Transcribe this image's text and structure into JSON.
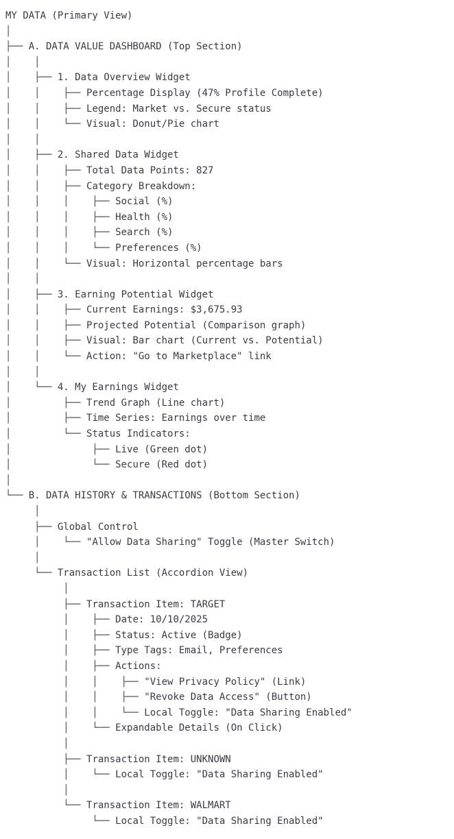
{
  "document": {
    "kind": "ascii-tree-outline",
    "root_label": "MY DATA (Primary View)",
    "text_color": "#3a3a44",
    "background_color": "#ffffff",
    "indent_chars": 5,
    "connector_tee": "├── ",
    "connector_elbow": "└── ",
    "connector_pipe": "│",
    "lines": [
      {
        "gutter": "",
        "label": "MY DATA (Primary View)"
      },
      {
        "gutter": "│",
        "label": ""
      },
      {
        "gutter": "├── ",
        "label": "A. DATA VALUE DASHBOARD (Top Section)"
      },
      {
        "gutter": "│    │",
        "label": ""
      },
      {
        "gutter": "│    ├── ",
        "label": "1. Data Overview Widget"
      },
      {
        "gutter": "│    │    ├── ",
        "label": "Percentage Display (47% Profile Complete)"
      },
      {
        "gutter": "│    │    ├── ",
        "label": "Legend: Market vs. Secure status"
      },
      {
        "gutter": "│    │    └── ",
        "label": "Visual: Donut/Pie chart"
      },
      {
        "gutter": "│    │",
        "label": ""
      },
      {
        "gutter": "│    ├── ",
        "label": "2. Shared Data Widget"
      },
      {
        "gutter": "│    │    ├── ",
        "label": "Total Data Points: 827"
      },
      {
        "gutter": "│    │    ├── ",
        "label": "Category Breakdown:"
      },
      {
        "gutter": "│    │    │    ├── ",
        "label": "Social (%)"
      },
      {
        "gutter": "│    │    │    ├── ",
        "label": "Health (%)"
      },
      {
        "gutter": "│    │    │    ├── ",
        "label": "Search (%)"
      },
      {
        "gutter": "│    │    │    └── ",
        "label": "Preferences (%)"
      },
      {
        "gutter": "│    │    └── ",
        "label": "Visual: Horizontal percentage bars"
      },
      {
        "gutter": "│    │",
        "label": ""
      },
      {
        "gutter": "│    ├── ",
        "label": "3. Earning Potential Widget"
      },
      {
        "gutter": "│    │    ├── ",
        "label": "Current Earnings: $3,675.93"
      },
      {
        "gutter": "│    │    ├── ",
        "label": "Projected Potential (Comparison graph)"
      },
      {
        "gutter": "│    │    ├── ",
        "label": "Visual: Bar chart (Current vs. Potential)"
      },
      {
        "gutter": "│    │    └── ",
        "label": "Action: \"Go to Marketplace\" link"
      },
      {
        "gutter": "│    │",
        "label": ""
      },
      {
        "gutter": "│    └── ",
        "label": "4. My Earnings Widget"
      },
      {
        "gutter": "│         ├── ",
        "label": "Trend Graph (Line chart)"
      },
      {
        "gutter": "│         ├── ",
        "label": "Time Series: Earnings over time"
      },
      {
        "gutter": "│         └── ",
        "label": "Status Indicators:"
      },
      {
        "gutter": "│              ├── ",
        "label": "Live (Green dot)"
      },
      {
        "gutter": "│              └── ",
        "label": "Secure (Red dot)"
      },
      {
        "gutter": "│",
        "label": ""
      },
      {
        "gutter": "└── ",
        "label": "B. DATA HISTORY & TRANSACTIONS (Bottom Section)"
      },
      {
        "gutter": "     │",
        "label": ""
      },
      {
        "gutter": "     ├── ",
        "label": "Global Control"
      },
      {
        "gutter": "     │    └── ",
        "label": "\"Allow Data Sharing\" Toggle (Master Switch)"
      },
      {
        "gutter": "     │",
        "label": ""
      },
      {
        "gutter": "     └── ",
        "label": "Transaction List (Accordion View)"
      },
      {
        "gutter": "          │",
        "label": ""
      },
      {
        "gutter": "          ├── ",
        "label": "Transaction Item: TARGET"
      },
      {
        "gutter": "          │    ├── ",
        "label": "Date: 10/10/2025"
      },
      {
        "gutter": "          │    ├── ",
        "label": "Status: Active (Badge)"
      },
      {
        "gutter": "          │    ├── ",
        "label": "Type Tags: Email, Preferences"
      },
      {
        "gutter": "          │    ├── ",
        "label": "Actions:"
      },
      {
        "gutter": "          │    │    ├── ",
        "label": "\"View Privacy Policy\" (Link)"
      },
      {
        "gutter": "          │    │    ├── ",
        "label": "\"Revoke Data Access\" (Button)"
      },
      {
        "gutter": "          │    │    └── ",
        "label": "Local Toggle: \"Data Sharing Enabled\""
      },
      {
        "gutter": "          │    └── ",
        "label": "Expandable Details (On Click)"
      },
      {
        "gutter": "          │",
        "label": ""
      },
      {
        "gutter": "          ├── ",
        "label": "Transaction Item: UNKNOWN"
      },
      {
        "gutter": "          │    └── ",
        "label": "Local Toggle: \"Data Sharing Enabled\""
      },
      {
        "gutter": "          │",
        "label": ""
      },
      {
        "gutter": "          └── ",
        "label": "Transaction Item: WALMART"
      },
      {
        "gutter": "               └── ",
        "label": "Local Toggle: \"Data Sharing Enabled\""
      }
    ],
    "sections": {
      "a": {
        "title": "A. DATA VALUE DASHBOARD (Top Section)",
        "widgets": [
          {
            "title": "1. Data Overview Widget",
            "items": [
              "Percentage Display (47% Profile Complete)",
              "Legend: Market vs. Secure status",
              "Visual: Donut/Pie chart"
            ],
            "percentage": "47%",
            "percentage_caption": "Profile Complete"
          },
          {
            "title": "2. Shared Data Widget",
            "total_data_points": "827",
            "items": [
              "Total Data Points: 827",
              "Category Breakdown:",
              "Visual: Horizontal percentage bars"
            ],
            "categories": [
              "Social (%)",
              "Health (%)",
              "Search (%)",
              "Preferences (%)"
            ]
          },
          {
            "title": "3. Earning Potential Widget",
            "current_earnings": "$3,675.93",
            "items": [
              "Current Earnings: $3,675.93",
              "Projected Potential (Comparison graph)",
              "Visual: Bar chart (Current vs. Potential)",
              "Action: \"Go to Marketplace\" link"
            ],
            "action_label": "Go to Marketplace"
          },
          {
            "title": "4. My Earnings Widget",
            "items": [
              "Trend Graph (Line chart)",
              "Time Series: Earnings over time",
              "Status Indicators:"
            ],
            "status_indicators": [
              {
                "label": "Live (Green dot)",
                "dot": "Green"
              },
              {
                "label": "Secure (Red dot)",
                "dot": "Red"
              }
            ]
          }
        ]
      },
      "b": {
        "title": "B. DATA HISTORY & TRANSACTIONS (Bottom Section)",
        "global_control": {
          "title": "Global Control",
          "toggle_label": "\"Allow Data Sharing\" Toggle (Master Switch)"
        },
        "transaction_list": {
          "title": "Transaction List (Accordion View)",
          "items": [
            {
              "name": "Transaction Item: TARGET",
              "date": "Date: 10/10/2025",
              "status": "Status: Active (Badge)",
              "type_tags": "Type Tags: Email, Preferences",
              "actions_label": "Actions:",
              "actions": [
                "\"View Privacy Policy\" (Link)",
                "\"Revoke Data Access\" (Button)",
                "Local Toggle: \"Data Sharing Enabled\""
              ],
              "expandable": "Expandable Details (On Click)"
            },
            {
              "name": "Transaction Item: UNKNOWN",
              "actions": [
                "Local Toggle: \"Data Sharing Enabled\""
              ]
            },
            {
              "name": "Transaction Item: WALMART",
              "actions": [
                "Local Toggle: \"Data Sharing Enabled\""
              ]
            }
          ]
        }
      }
    }
  }
}
